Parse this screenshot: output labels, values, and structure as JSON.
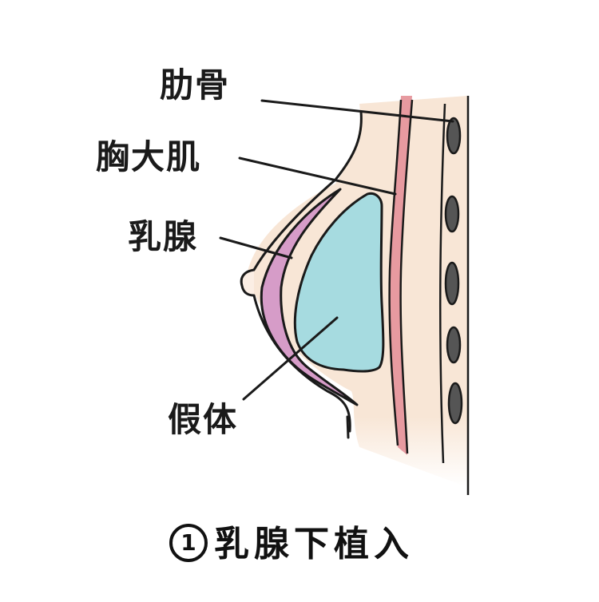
{
  "diagram": {
    "type": "anatomical-cross-section",
    "labels": {
      "rib": "肋骨",
      "pectoralis_major": "胸大肌",
      "mammary_gland": "乳腺",
      "implant": "假体"
    },
    "caption": {
      "number": "1",
      "text": "乳腺下植入"
    },
    "colors": {
      "skin": "#f8e6d6",
      "muscle": "#e79aa0",
      "gland": "#d69cc8",
      "implant": "#a6dbe0",
      "rib": "#555555",
      "outline": "#1a1a1a"
    }
  }
}
